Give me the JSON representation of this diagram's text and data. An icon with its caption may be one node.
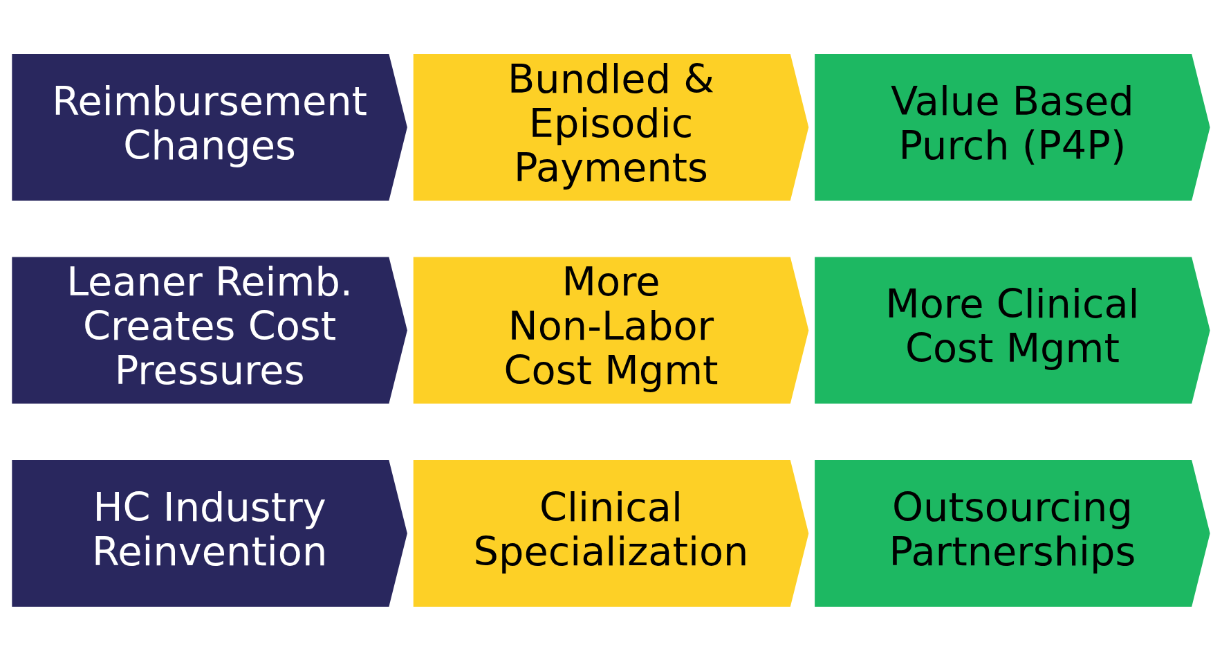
{
  "diagram": {
    "nodes": [
      {
        "text": [
          "Reimbursement Changes"
        ]
      },
      {
        "text": [
          "Bundled & Episodic Payments"
        ]
      },
      {
        "text": [
          "Value Based Purch (P4P)"
        ]
      },
      {
        "text": [
          "Leaner Reimb. Creates Cost Pressures"
        ]
      },
      {
        "text": [
          "More Non-Labor Cost Mgmt"
        ]
      },
      {
        "text": [
          "More Clinical Cost Mgmt"
        ]
      },
      {
        "text": [
          "HC Industry Reinvention"
        ]
      },
      {
        "text": [
          "Clinical Specialization"
        ]
      },
      {
        "text": [
          "Outsourcing Partnerships"
        ]
      }
    ]
  }
}
